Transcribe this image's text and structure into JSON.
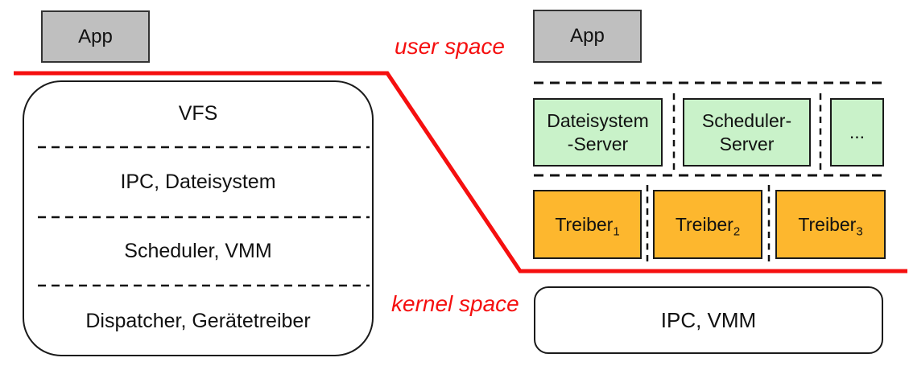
{
  "diagram": {
    "left": {
      "app_label": "App",
      "kernel_layers": [
        "VFS",
        "IPC, Dateisystem",
        "Scheduler, VMM",
        "Dispatcher, Gerätetreiber"
      ]
    },
    "boundary_labels": {
      "user_space": "user space",
      "kernel_space": "kernel space"
    },
    "right": {
      "app_label": "App",
      "servers": [
        {
          "lines": [
            "Dateisystem",
            "-Server"
          ]
        },
        {
          "lines": [
            "Scheduler-",
            "Server"
          ]
        },
        {
          "lines": [
            "..."
          ]
        }
      ],
      "drivers": [
        {
          "base": "Treiber",
          "sub": "1"
        },
        {
          "base": "Treiber",
          "sub": "2"
        },
        {
          "base": "Treiber",
          "sub": "3"
        }
      ],
      "kernel_label": "IPC, VMM"
    },
    "colors": {
      "app_fill": "#bfbfbf",
      "server_fill": "#c9f2c9",
      "driver_fill": "#fdb72e",
      "boundary_red": "#f50f0f"
    }
  }
}
